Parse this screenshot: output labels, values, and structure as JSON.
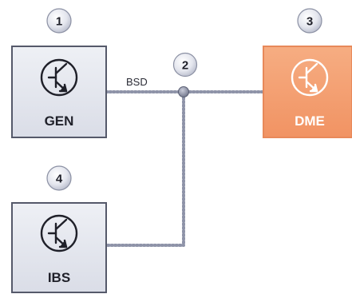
{
  "diagram": {
    "bus_label": "BSD",
    "nodes": [
      {
        "id": "gen",
        "label": "GEN",
        "badge": "1",
        "style": "grey"
      },
      {
        "id": "dme",
        "label": "DME",
        "badge": "3",
        "style": "orange"
      },
      {
        "id": "ibs",
        "label": "IBS",
        "badge": "4",
        "style": "grey"
      }
    ],
    "junction_badge": "2",
    "colors": {
      "box_fill": "#e6e8ee",
      "box_border": "#55596a",
      "orange_fill": "#f4a070",
      "orange_border": "#e8895a",
      "bus_dots": "#8e93a8",
      "badge_fill": "#dfe0e7",
      "text_dark": "#1f2029",
      "text_white": "#ffffff"
    },
    "icons": {
      "component": "transistor-icon",
      "badge": "number-badge-icon",
      "junction": "junction-dot-icon"
    }
  }
}
